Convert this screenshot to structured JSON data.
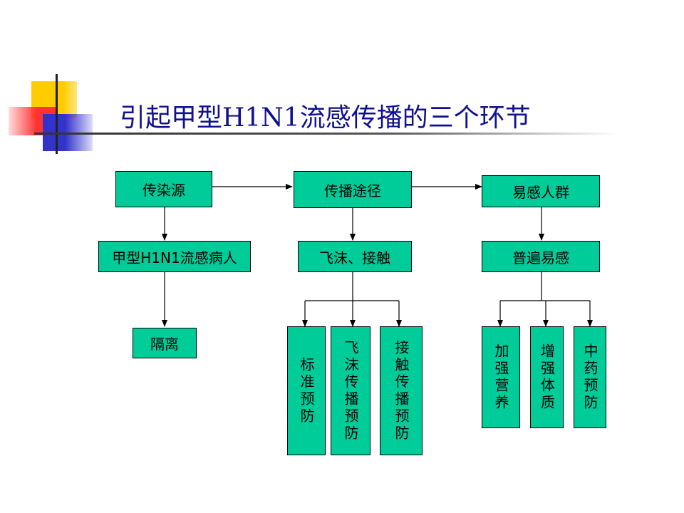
{
  "title": "引起甲型H1N1流感传播的三个环节",
  "colors": {
    "box_fill": "#00cc99",
    "title_color": "#101090",
    "accent_yellow": "#ffcc00",
    "accent_red": "#ff3333",
    "accent_blue": "#3333cc"
  },
  "nodes": {
    "source": "传染源",
    "route": "传播途径",
    "susceptible": "易感人群",
    "patient": "甲型H1N1流感病人",
    "droplet_contact": "飞沫、接触",
    "general_susceptible": "普遍易感",
    "isolation": "隔离",
    "standard_prevention": "标准预防",
    "droplet_prevention": "飞沫传播预防",
    "contact_prevention": "接触传播预防",
    "nutrition": "加强营养",
    "physique": "增强体质",
    "tcm_prevention": "中药预防"
  }
}
